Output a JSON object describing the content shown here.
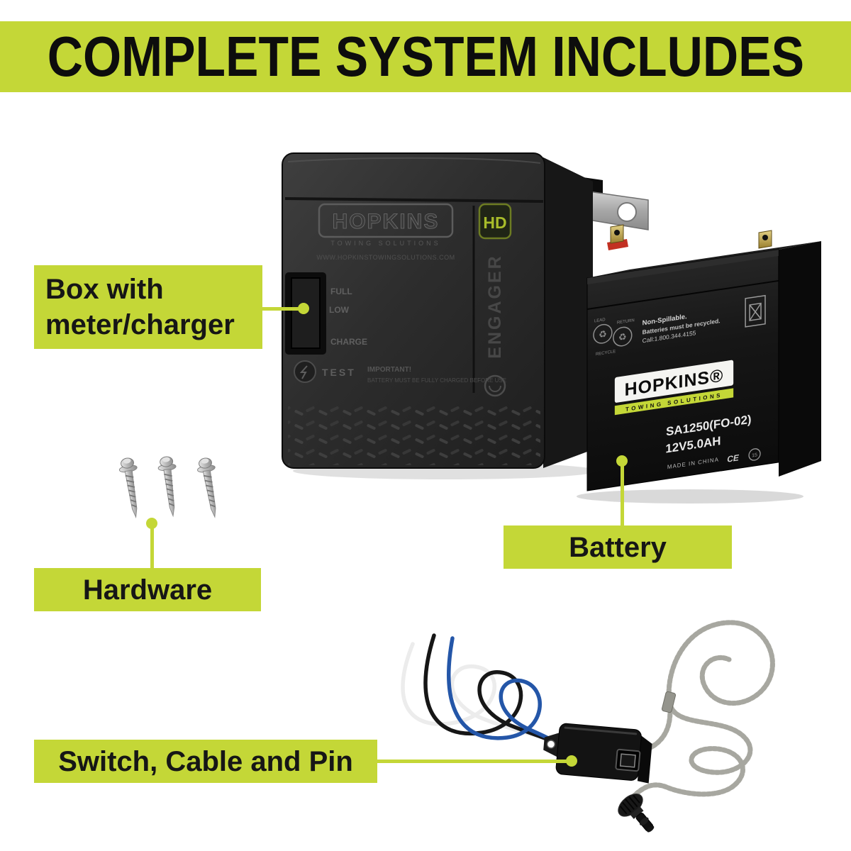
{
  "colors": {
    "accent_green": "#c4d737",
    "background": "#ffffff",
    "text": "#141414"
  },
  "header": {
    "title": "COMPLETE SYSTEM INCLUDES"
  },
  "callouts": {
    "box": {
      "line1": "Box with",
      "line2": "meter/charger"
    },
    "battery": {
      "label": "Battery"
    },
    "hardware": {
      "label": "Hardware"
    },
    "switch": {
      "label": "Switch, Cable and Pin"
    }
  },
  "products": {
    "charger_box": {
      "brand": "HOPKINS",
      "brand_sub": "TOWING SOLUTIONS",
      "website": "WWW.HOPKINSTOWINGSOLUTIONS.COM",
      "meter_labels": [
        "FULL",
        "LOW",
        "CHARGE"
      ],
      "test_label": "TEST",
      "warning_title": "IMPORTANT!",
      "warning_text": "BATTERY MUST BE FULLY CHARGED BEFORE USE",
      "side_badge": "HD",
      "side_branding": "ENGAGER"
    },
    "battery": {
      "recycle_words": [
        "LEAD",
        "RETURN",
        "RECYCLE"
      ],
      "notice_line1": "Non-Spillable.",
      "notice_line2": "Batteries must be recycled.",
      "notice_line3": "Call:1.800.344.4155",
      "brand": "HOPKINS®",
      "brand_sub": "TOWING SOLUTIONS",
      "model": "SA1250(FO-02)",
      "spec": "12V5.0AH",
      "origin": "MADE IN CHINA",
      "ce_mark": "CE",
      "cert_mark": "15"
    }
  }
}
